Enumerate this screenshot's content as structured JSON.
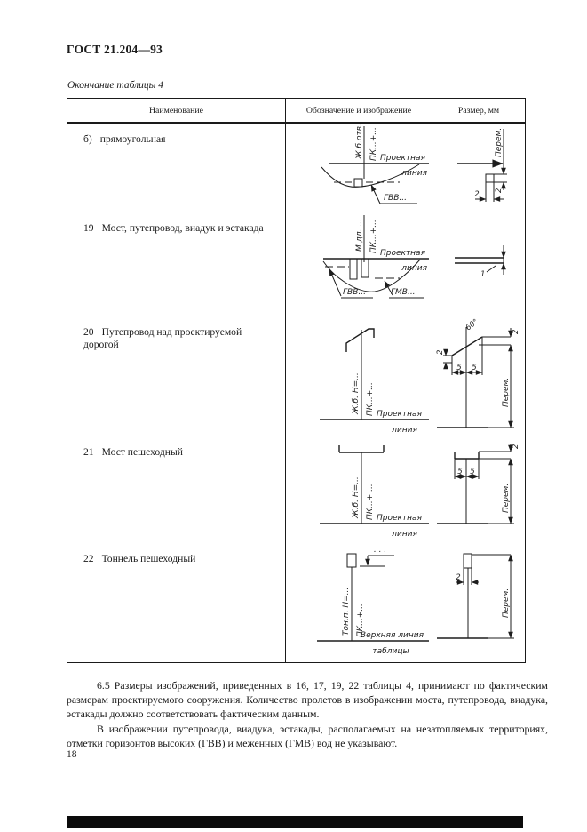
{
  "doc": {
    "standard": "ГОСТ 21.204—93",
    "table_caption": "Окончание таблицы 4",
    "page_number": "18"
  },
  "colors": {
    "ink": "#1a1a1a",
    "paper": "#ffffff"
  },
  "table": {
    "headers": [
      "Наименование",
      "Обозначение и изображение",
      "Размер, мм"
    ]
  },
  "rows": {
    "r18b": {
      "num": "б)",
      "title": "прямоугольная",
      "axis1": "Ж.б.отв...",
      "axis2": "ПК...+...",
      "line1": "Проектная",
      "line2": "линия",
      "gvv": "ГВВ...",
      "perem": "Перем.",
      "dim_h": "2",
      "dim_w": "2"
    },
    "r19": {
      "num": "19",
      "title": "Мост, путепровод, виадук и эстакада",
      "axis1": "М.дл. ...",
      "axis2": "ПК...+...",
      "line1": "Проектная",
      "line2": "линия",
      "gvv": "ГВВ...",
      "gmv": "ГМВ...",
      "dim_gap": "1"
    },
    "r20": {
      "num": "20",
      "title": "Путепровод над проектируемой дорогой",
      "axis1": "Ж.б. Н=...",
      "axis2": "ПК...+...",
      "line1": "Проектная",
      "line2": "линия",
      "angle": "60°",
      "dim_top": "2",
      "dim_left": "2",
      "dim5a": "5",
      "dim5b": "5",
      "perem": "Перем."
    },
    "r21": {
      "num": "21",
      "title": "Мост пешеходный",
      "axis1": "Ж.б. Н=...",
      "axis2": "ПК...+ ...",
      "line1": "Проектная",
      "line2": "линия",
      "dim_top": "2",
      "dim5a": "5",
      "dim5b": "5",
      "perem": "Перем."
    },
    "r22": {
      "num": "22",
      "title": "Тоннель пешеходный",
      "axis1": "Тон.п. Н=...",
      "axis2": "ПК...+...",
      "dots": ". . .",
      "line1": "Верхняя линия",
      "line2": "таблицы",
      "dim_w": "2",
      "perem": "Перем."
    }
  },
  "notes": {
    "p1": "6.5  Размеры изображений, приведенных в 16, 17, 19, 22 таблицы 4, принимают по фактическим размерам проектируемого сооружения. Количество пролетов в изображении моста, путепровода, виадука, эстакады должно соответствовать фактическим данным.",
    "p2": "В изображении путепровода, виадука, эстакады, располагаемых на незатопляемых территориях, отметки горизонтов высоких (ГВВ) и меженных (ГМВ) вод не указывают."
  }
}
